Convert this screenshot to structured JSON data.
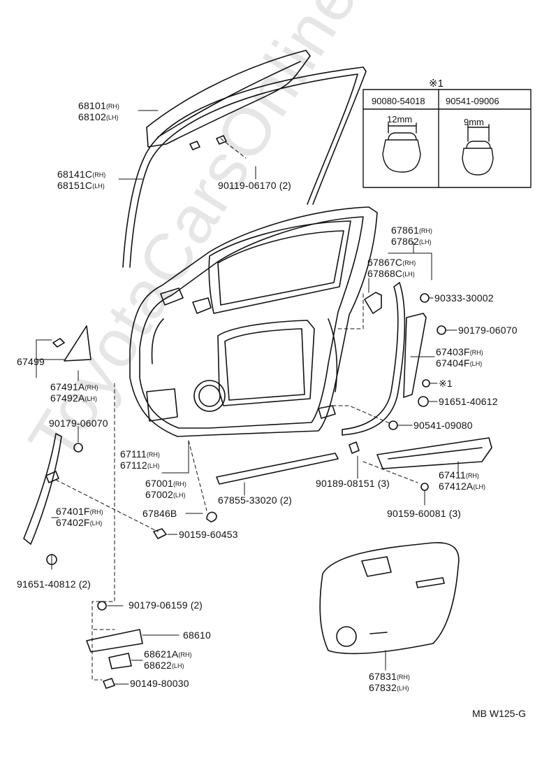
{
  "watermark": "ToyotaCarsOnline.ru",
  "diagram_code": "MB W125-G",
  "inset": {
    "title": "※1",
    "columns": [
      {
        "part": "90080-54018",
        "size": "12mm"
      },
      {
        "part": "90541-09006",
        "size": "9mm"
      }
    ]
  },
  "labels": [
    {
      "lines": [
        {
          "part": "68101",
          "side": "(RH)"
        },
        {
          "part": "68102",
          "side": "(LH)"
        }
      ]
    },
    {
      "lines": [
        {
          "part": "68141C",
          "side": "(RH)"
        },
        {
          "part": "68151C",
          "side": "(LH)"
        }
      ]
    },
    {
      "lines": [
        {
          "part": "90119-06170",
          "qty": "(2)"
        }
      ]
    },
    {
      "lines": [
        {
          "part": "67861",
          "side": "(RH)"
        },
        {
          "part": "67862",
          "side": "(LH)"
        }
      ]
    },
    {
      "lines": [
        {
          "part": "67867C",
          "side": "(RH)"
        },
        {
          "part": "67868C",
          "side": "(LH)"
        }
      ]
    },
    {
      "lines": [
        {
          "part": "90333-30002"
        }
      ]
    },
    {
      "lines": [
        {
          "part": "90179-06070"
        }
      ]
    },
    {
      "lines": [
        {
          "part": "67403F",
          "side": "(RH)"
        },
        {
          "part": "67404F",
          "side": "(LH)"
        }
      ]
    },
    {
      "lines": [
        {
          "part": "※1"
        }
      ]
    },
    {
      "lines": [
        {
          "part": "91651-40612"
        }
      ]
    },
    {
      "lines": [
        {
          "part": "90541-09080"
        }
      ]
    },
    {
      "lines": [
        {
          "part": "67499"
        }
      ]
    },
    {
      "lines": [
        {
          "part": "67491A",
          "side": "(RH)"
        },
        {
          "part": "67492A",
          "side": "(LH)"
        }
      ]
    },
    {
      "lines": [
        {
          "part": "90179-06070"
        }
      ]
    },
    {
      "lines": [
        {
          "part": "67111",
          "side": "(RH)"
        },
        {
          "part": "67112",
          "side": "(LH)"
        }
      ]
    },
    {
      "lines": [
        {
          "part": "67001",
          "side": "(RH)"
        },
        {
          "part": "67002",
          "side": "(LH)"
        }
      ]
    },
    {
      "lines": [
        {
          "part": "67846B"
        }
      ]
    },
    {
      "lines": [
        {
          "part": "90159-60453"
        }
      ]
    },
    {
      "lines": [
        {
          "part": "67401F",
          "side": "(RH)"
        },
        {
          "part": "67402F",
          "side": "(LH)"
        }
      ]
    },
    {
      "lines": [
        {
          "part": "91651-40812",
          "qty": "(2)"
        }
      ]
    },
    {
      "lines": [
        {
          "part": "67855-33020",
          "qty": "(2)"
        }
      ]
    },
    {
      "lines": [
        {
          "part": "90189-08151",
          "qty": "(3)"
        }
      ]
    },
    {
      "lines": [
        {
          "part": "67411",
          "side": "(RH)"
        },
        {
          "part": "67412A",
          "side": "(LH)"
        }
      ]
    },
    {
      "lines": [
        {
          "part": "90159-60081",
          "qty": "(3)"
        }
      ]
    },
    {
      "lines": [
        {
          "part": "90179-06159",
          "qty": "(2)"
        }
      ]
    },
    {
      "lines": [
        {
          "part": "68610"
        }
      ]
    },
    {
      "lines": [
        {
          "part": "68621A",
          "side": "(RH)"
        },
        {
          "part": "68622",
          "side": "(LH)"
        }
      ]
    },
    {
      "lines": [
        {
          "part": "90149-80030"
        }
      ]
    },
    {
      "lines": [
        {
          "part": "67831",
          "side": "(RH)"
        },
        {
          "part": "67832",
          "side": "(LH)"
        }
      ]
    }
  ]
}
